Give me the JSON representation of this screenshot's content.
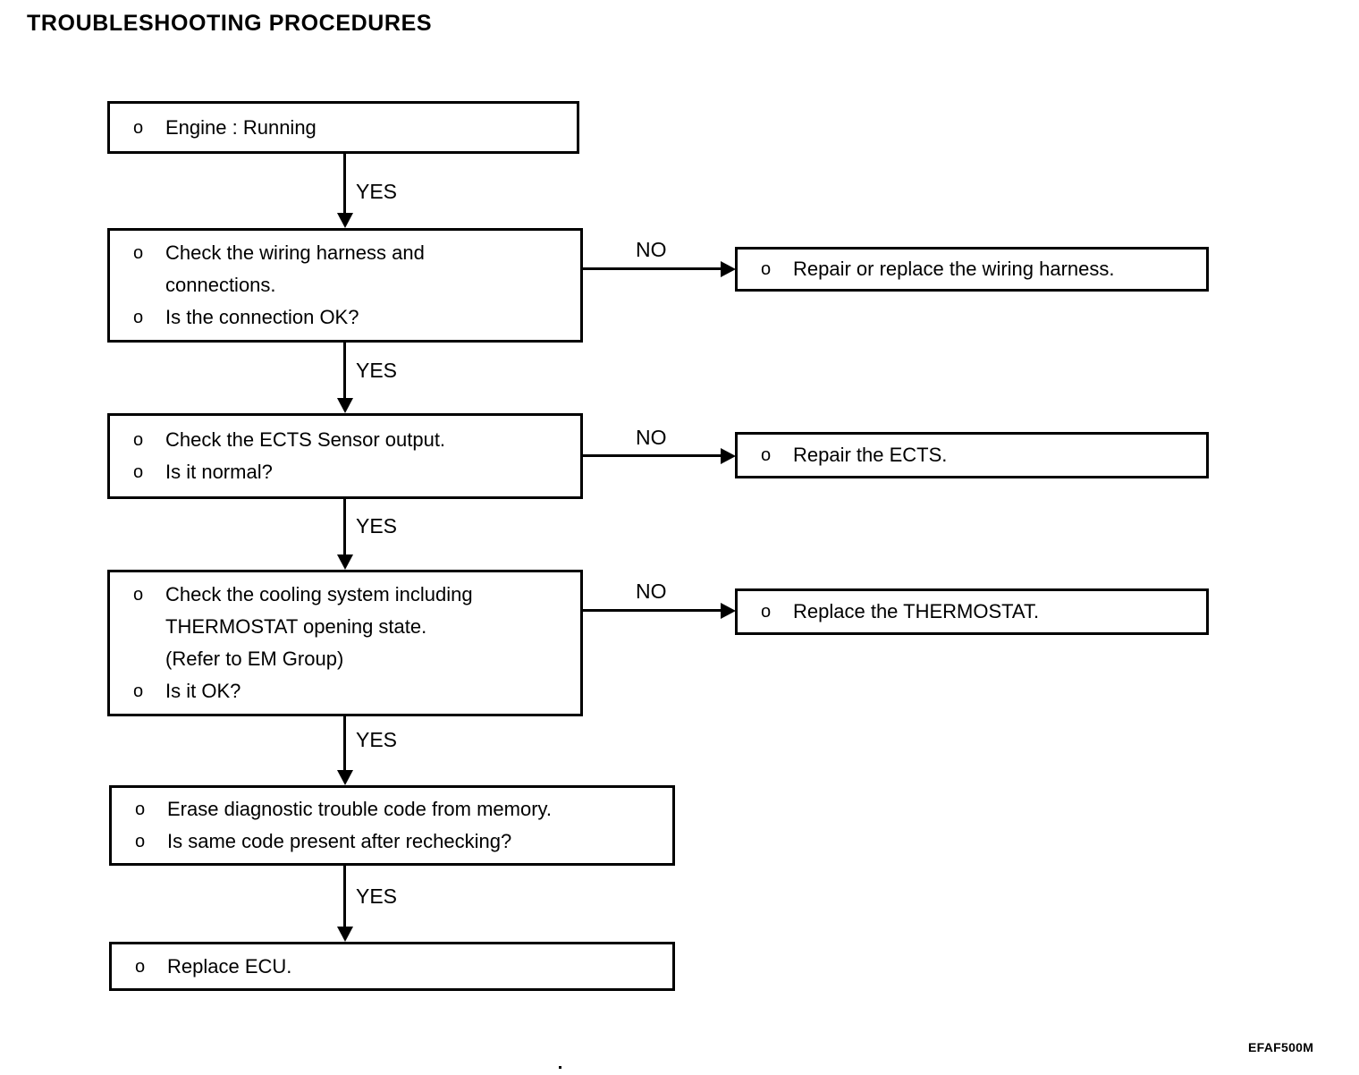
{
  "document": {
    "title": "TROUBLESHOOTING PROCEDURES",
    "footer_code": "EFAF500M",
    "bullet_marker": "o"
  },
  "flow": {
    "nodes": [
      {
        "id": "engine-running",
        "lines": [
          "Engine : Running"
        ]
      },
      {
        "id": "check-wiring-harness",
        "lines": [
          "Check the wiring harness and",
          "connections.",
          "Is the connection OK?"
        ]
      },
      {
        "id": "repair-replace-wiring-harness",
        "lines": [
          "Repair or replace the wiring harness."
        ]
      },
      {
        "id": "check-ects-sensor-output",
        "lines": [
          "Check the ECTS Sensor output.",
          "Is it normal?"
        ]
      },
      {
        "id": "repair-ects",
        "lines": [
          "Repair the ECTS."
        ]
      },
      {
        "id": "check-cooling-system",
        "lines": [
          "Check the cooling system including",
          "THERMOSTAT opening state.",
          "(Refer to EM Group)",
          "Is it OK?"
        ]
      },
      {
        "id": "replace-thermostat",
        "lines": [
          "Replace the THERMOSTAT."
        ]
      },
      {
        "id": "erase-diagnostic-trouble-code",
        "lines": [
          "Erase diagnostic trouble code from memory.",
          "Is same code present after rechecking?"
        ]
      },
      {
        "id": "replace-ecu",
        "lines": [
          "Replace ECU."
        ]
      }
    ],
    "edge_labels": {
      "yes": "YES",
      "no": "NO"
    }
  }
}
